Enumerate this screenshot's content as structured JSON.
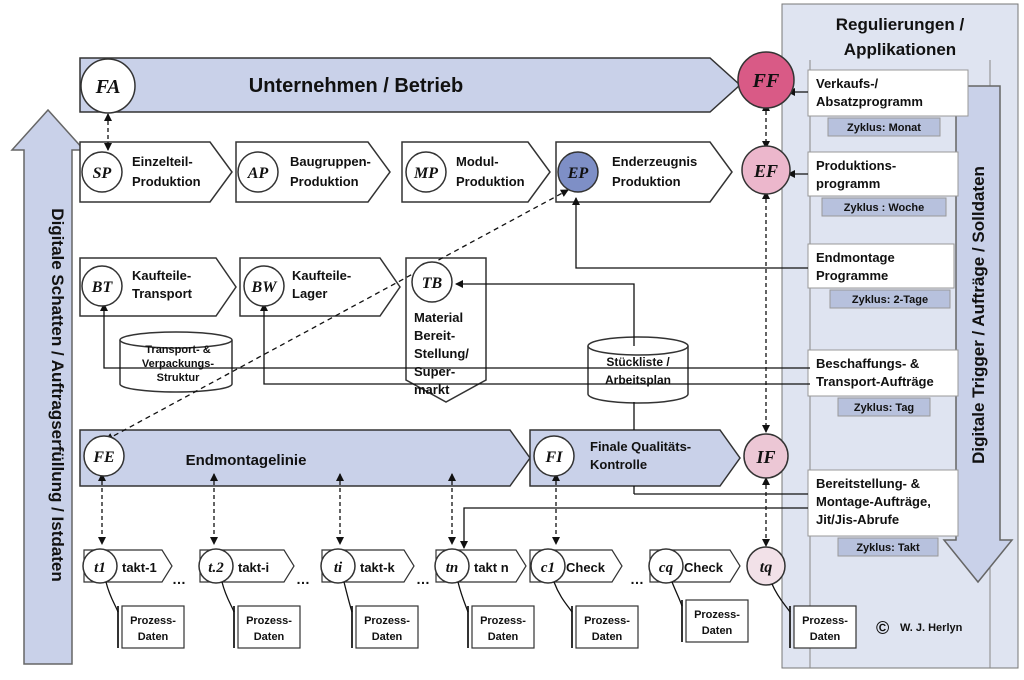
{
  "regs": {
    "title1": "Regulierungen /",
    "title2": "Applikationen"
  },
  "top": {
    "unternehmen": "Unternehmen / Betrieb"
  },
  "codes": {
    "fa": "FA",
    "ff": "FF",
    "sp": "SP",
    "ap": "AP",
    "mp": "MP",
    "ep": "EP",
    "ef": "EF",
    "bt": "BT",
    "bw": "BW",
    "tb": "TB",
    "fe": "FE",
    "fi": "FI",
    "if": "IF",
    "t1": "t1",
    "t2": "t.2",
    "ti": "ti",
    "tn": "tn",
    "c1": "c1",
    "cq": "cq",
    "tq": "tq"
  },
  "prod": {
    "einzel1": "Einzelteil-",
    "einzel2": "Produktion",
    "baug1": "Baugruppen-",
    "baug2": "Produktion",
    "modul1": "Modul-",
    "modul2": "Produktion",
    "endz1": "Enderzeugnis",
    "endz2": "Produktion"
  },
  "log": {
    "kt1": "Kaufteile-",
    "kt2": "Transport",
    "kl1": "Kaufteile-",
    "kl2": "Lager",
    "mat1": "Material",
    "mat2": "Bereit-",
    "mat3": "Stellung/",
    "mat4": "Super-",
    "mat5": "markt",
    "tvs1": "Transport- &",
    "tvs2": "Verpackungs-",
    "tvs3": "Struktur",
    "sl1": "Stückliste /",
    "sl2": "Arbeitsplan"
  },
  "line": {
    "endmontage": "Endmontagelinie",
    "fq1": "Finale Qualitäts-",
    "fq2": "Kontrolle"
  },
  "takts": {
    "takt1": "takt-1",
    "takti": "takt-i",
    "taktk": "takt-k",
    "taktn": "takt n",
    "check1": "Check",
    "check2": "Check",
    "dots": "…"
  },
  "pd": {
    "l1": "Prozess-",
    "l2": "Daten"
  },
  "right": {
    "vk1": "Verkaufs-/",
    "vk2": "Absatzprogramm",
    "vkz": "Zyklus: Monat",
    "pp1": "Produktions-",
    "pp2": "programm",
    "ppz": "Zyklus : Woche",
    "em1": "Endmontage",
    "em2": "Programme",
    "emz": "Zyklus: 2-Tage",
    "bs1": "Beschaffungs- &",
    "bs2": "Transport-Aufträge",
    "bsz": "Zyklus: Tag",
    "bm1": "Bereitstellung- &",
    "bm2": "Montage-Aufträge,",
    "bm3": "Jit/Jis-Abrufe",
    "bmz": "Zyklus: Takt"
  },
  "arrows": {
    "left": "Digitale Schatten / Auftragserfüllung / Istdaten",
    "right": "Digitale Trigger / Aufträge / Solldaten"
  },
  "copyright": {
    "symbol": "©",
    "name": "W. J. Herlyn"
  }
}
